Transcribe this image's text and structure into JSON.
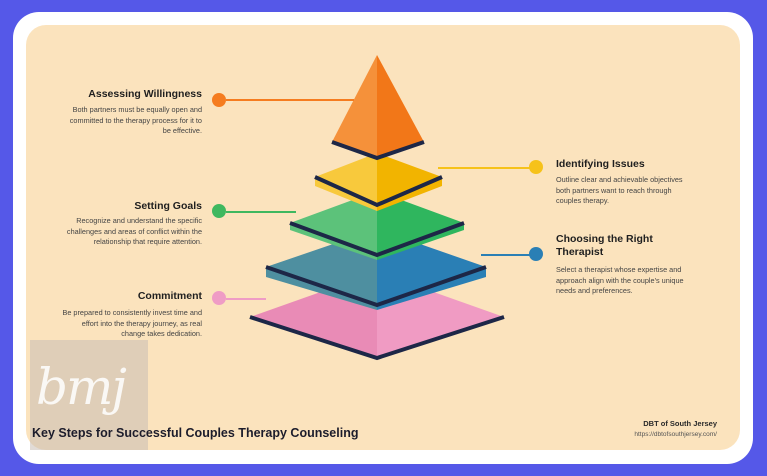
{
  "steps": {
    "assessing": {
      "title": "Assessing Willingness",
      "desc": "Both partners must be equally open and committed to the therapy process for it to be effective.",
      "color": "#f57c1f"
    },
    "identifying": {
      "title": "Identifying Issues",
      "desc": "Outline clear and achievable objectives both partners want to reach through couples therapy.",
      "color": "#f6c21a"
    },
    "setting": {
      "title": "Setting Goals",
      "desc": "Recognize and understand the specific challenges and areas of conflict within the relationship that require attention.",
      "color": "#3fb85f"
    },
    "choosing": {
      "title": "Choosing the Right Therapist",
      "desc": "Select a therapist whose expertise and approach align with the couple's unique needs and preferences.",
      "color": "#2a7fb5"
    },
    "commitment": {
      "title": "Commitment",
      "desc": "Be prepared to consistently invest time and effort into the therapy journey, as real change takes dedication.",
      "color": "#ef9cc5"
    }
  },
  "footer": {
    "headline": "Key Steps for Successful Couples Therapy Counseling",
    "brand": "DBT of South Jersey",
    "url": "https://dbtofsouthjersey.com/"
  },
  "watermark": "bmj",
  "colors": {
    "border": "#5558e8",
    "background": "#fbe3bd",
    "pyramid_outline": "#1d2747"
  }
}
